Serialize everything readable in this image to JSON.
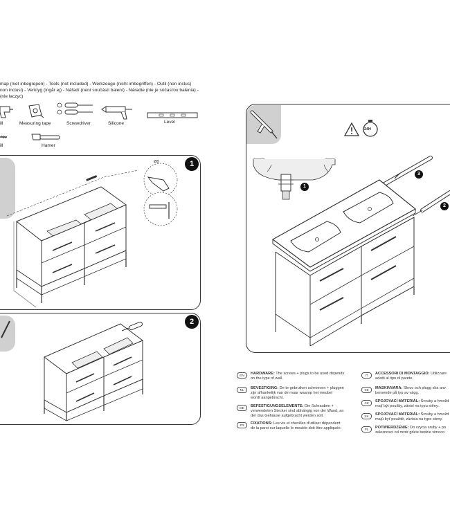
{
  "tools_header": {
    "line1": "map (niet inbegrepen) - Tools (not included) - Werkzeuge (nicht imbegriffen) - Outil (non inclus)",
    "line2": "non inclusi) - Verktyg (ingår ej) - Nářadí (není součástí balení) - Náradie (nie je súčasťou balenia) -",
    "line3": "(nie laczyc)"
  },
  "tools": {
    "drill": "ill",
    "measuring_tape": "Measuring tape",
    "screwdriver": "Screwdriver",
    "silicone": "Silicone",
    "level": "Level",
    "drill2": "ill",
    "hammer": "Hamer"
  },
  "steps": {
    "step1": "1",
    "step2": "2",
    "callout1": "1",
    "callout2": "2",
    "callout3": "3",
    "time_badge": "24H",
    "drill_label": "Ø8"
  },
  "languages_left": [
    {
      "code": "EN",
      "title": "HARDWARE:",
      "line1": " The screws + plugs to be used depends",
      "line2": "on the type of wall.",
      "line3": ""
    },
    {
      "code": "NL",
      "title": "BEVESTIGING:",
      "line1": " De te gebruiken schroeven + pluggen",
      "line2": "zijn afhankelijk van de muur waarop het meubel",
      "line3": "wordt aangebracht."
    },
    {
      "code": "DE",
      "title": "BEFESTIGUNGSELEMENTE:",
      "line1": " Die Schrauben +",
      "line2": "verwendeten Stecker sind abhängig von der Wand, an",
      "line3": "der das Gehäuse aufgebracht werden soll."
    },
    {
      "code": "FR",
      "title": "FIXATIONS:",
      "line1": " Les vis et chevilles d'utiliser dépendent",
      "line2": "de la paroi sur laquelle le meuble doit être appliquée.",
      "line3": ""
    }
  ],
  "languages_right": [
    {
      "code": "IT",
      "title": "ACCESSORI DI MONTAGGIO:",
      "line1": " Utilizzare",
      "line2": "adatti al tipo di parete."
    },
    {
      "code": "SE",
      "title": "MASKINVARA:",
      "line1": " Skruv och plugg ska anv",
      "line2": "beroende på typ av vägg."
    },
    {
      "code": "CZ",
      "title": "SPOJOVACÍ MATERIÁL:",
      "line1": " Šrouby a hmožd",
      "line2": "mají být použity, závisí na typu stěny."
    },
    {
      "code": "SK",
      "title": "SPOJOVACÍ MATERIÁL:",
      "line1": " Šrouby a hmožd",
      "line2": "majú byť použité, závisia na type steny."
    },
    {
      "code": "PL",
      "title": "POTWIERDZENIE:",
      "line1": " Do vzycia sruby + po",
      "line2": "zaleznosci od mvrir gdzie bedzie vimoco"
    }
  ]
}
